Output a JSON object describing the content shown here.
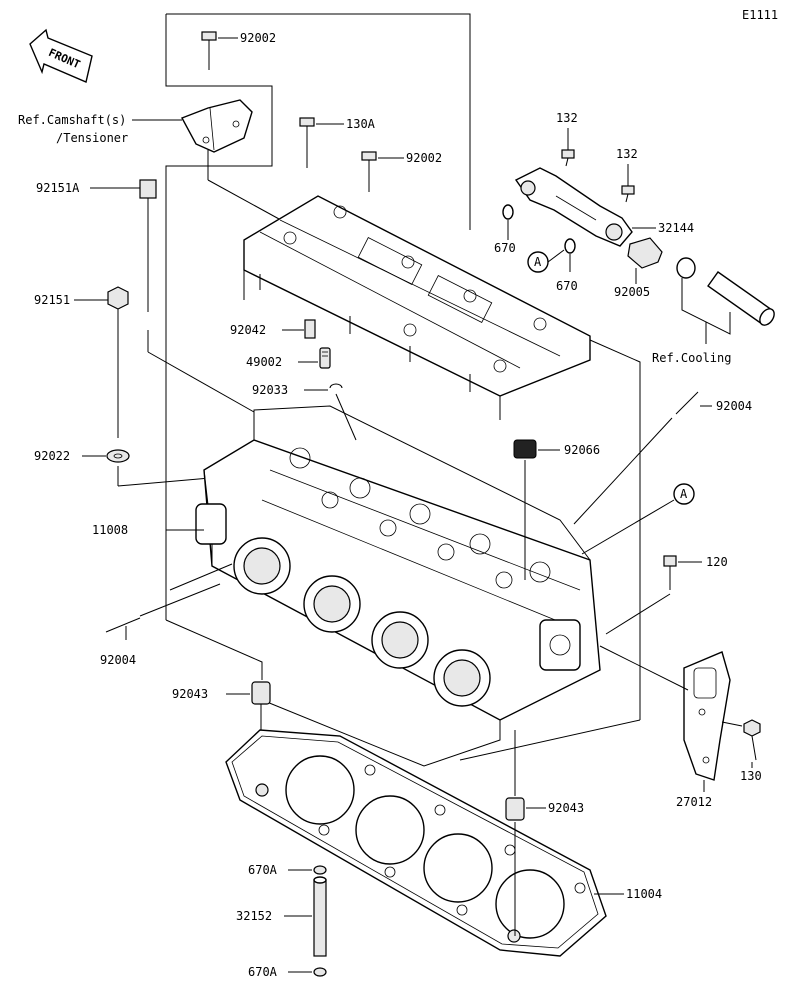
{
  "diagram": {
    "code": "E1111",
    "front_label": "FRONT",
    "labels": {
      "p92002_top": "92002",
      "ref_camshaft_1": "Ref.Camshaft(s)",
      "ref_camshaft_2": "/Tensioner",
      "p130A": "130A",
      "p92002_mid": "92002",
      "p92151A": "92151A",
      "p92151": "92151",
      "p92042": "92042",
      "p49002": "49002",
      "p92033": "92033",
      "p92022": "92022",
      "p11008": "11008",
      "p92004_left": "92004",
      "p92043_left": "92043",
      "p670A_top": "670A",
      "p32152": "32152",
      "p670A_bottom": "670A",
      "p132_a": "132",
      "p132_b": "132",
      "p32144": "32144",
      "p670_a": "670",
      "p670_b": "670",
      "callout_A1": "A",
      "p92005": "92005",
      "ref_cooling": "Ref.Cooling",
      "p92004_right": "92004",
      "p92066": "92066",
      "callout_A2": "A",
      "p120": "120",
      "p130": "130",
      "p27012": "27012",
      "p92043_right": "92043",
      "p11004": "11004"
    }
  }
}
